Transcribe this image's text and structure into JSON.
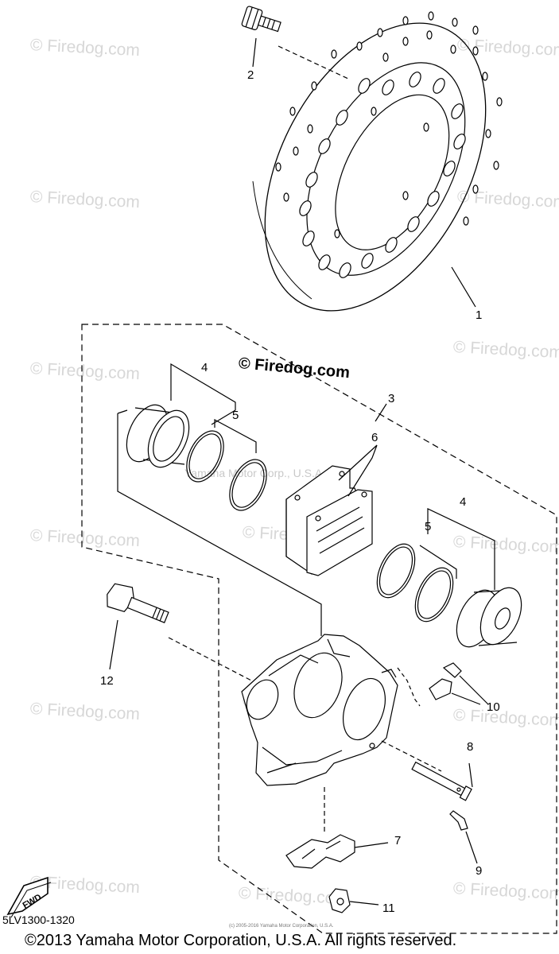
{
  "diagram": {
    "code": "5LV1300-1320",
    "copyright": "©2013 Yamaha Motor Corporation, U.S.A. All rights reserved.",
    "center_watermark": "© Firedog.com",
    "yamaha_watermark": "Yamaha Motor Corp., U.S.A.",
    "tiny_credit": "(c) 2005-2016 Yamaha Motor Corporation, U.S.A.",
    "fwd_label": "FWD"
  },
  "watermark_text": "© Firedog.com",
  "callouts": {
    "c1": "1",
    "c2": "2",
    "c3": "3",
    "c4a": "4",
    "c4b": "4",
    "c5a": "5",
    "c5b": "5",
    "c6": "6",
    "c7": "7",
    "c8": "8",
    "c9": "9",
    "c10": "10",
    "c11": "11",
    "c12": "12"
  },
  "colors": {
    "line": "#000000",
    "watermark": "#d7d7d7",
    "background": "#ffffff"
  }
}
